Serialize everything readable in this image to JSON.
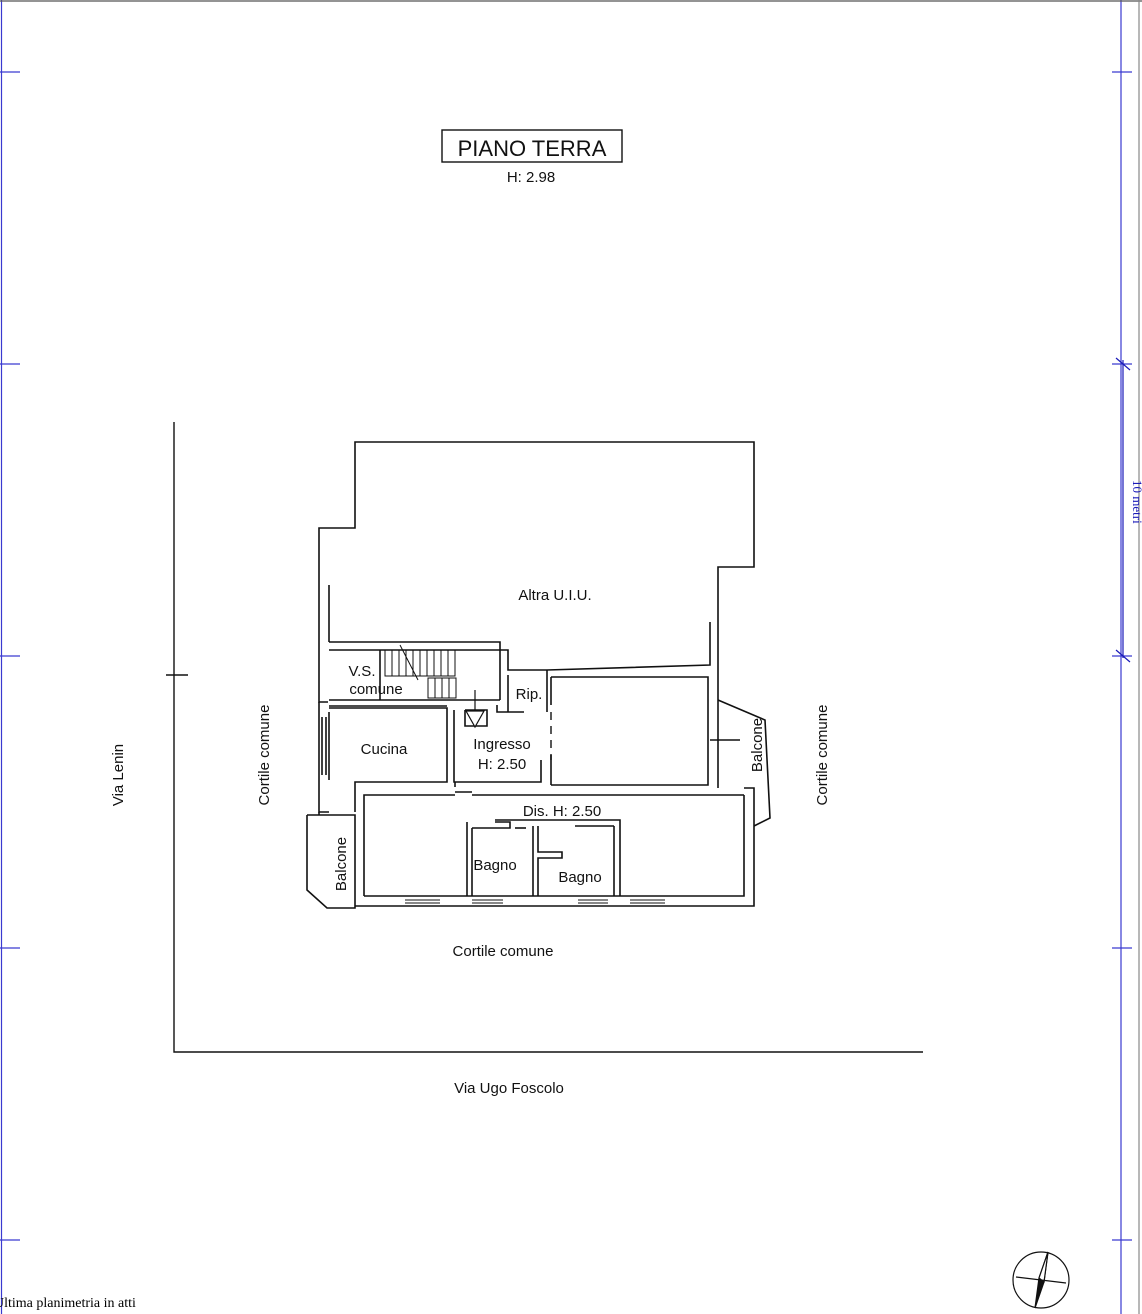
{
  "title": {
    "floor_name": "PIANO TERRA",
    "floor_height": "H: 2.98"
  },
  "rooms": {
    "altra_uiu": "Altra U.I.U.",
    "vs_line1": "V.S.",
    "vs_line2": "comune",
    "rip": "Rip.",
    "cucina": "Cucina",
    "ingresso": "Ingresso",
    "ingresso_height": "H: 2.50",
    "disimpegno": "Dis. H: 2.50",
    "bagno_1": "Bagno",
    "bagno_2": "Bagno",
    "balcone_left": "Balcone",
    "balcone_right": "Balcone"
  },
  "surroundings": {
    "cortile_left": "Cortile comune",
    "cortile_right": "Cortile comune",
    "cortile_bottom": "Cortile comune",
    "via_left": "Via Lenin",
    "via_bottom": "Via Ugo Foscolo"
  },
  "scale_bar": {
    "label": "10 metri"
  },
  "footer": {
    "note": "Ultima planimetria in atti"
  },
  "colors": {
    "frame": "#3a3ad0",
    "scale": "#1a1ab8",
    "walls": "#111111"
  }
}
